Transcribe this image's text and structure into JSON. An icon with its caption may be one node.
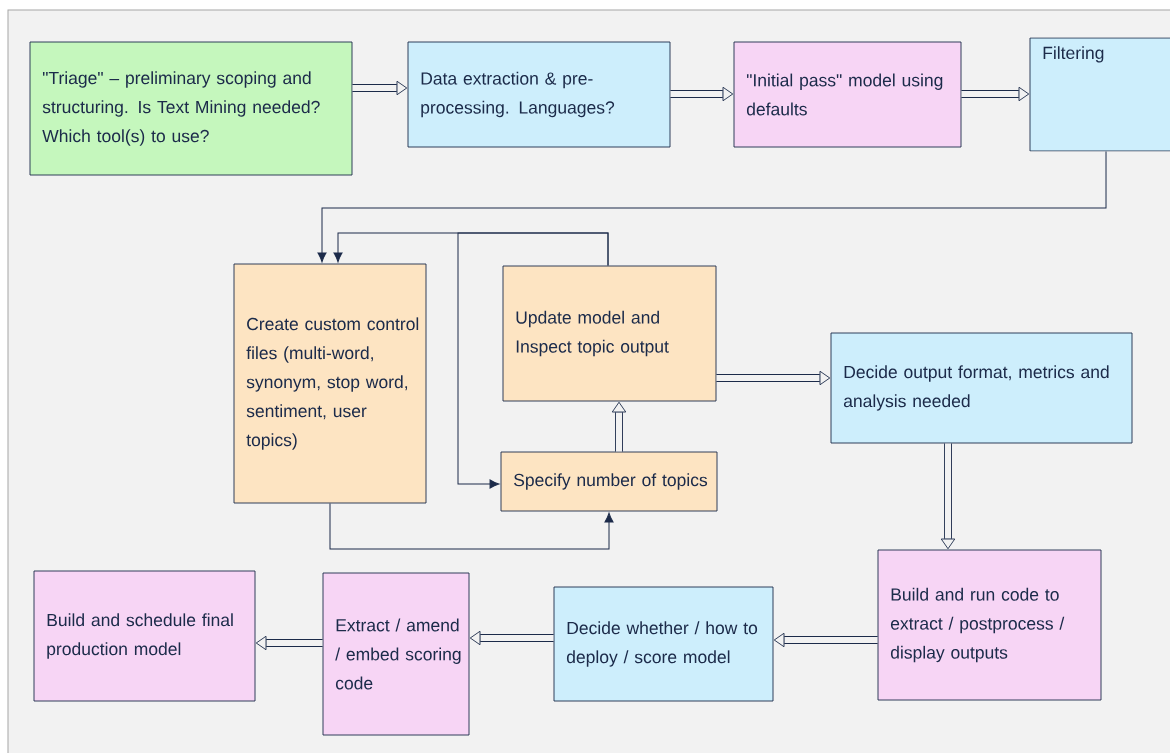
{
  "diagram": {
    "nodes": [
      {
        "text": [
          "\"Triage\" – preliminary scoping and  structuring. Is Text Mining needed? Which tool(s) to use?"
        ]
      },
      {
        "text": [
          "Data extraction & pre-processing. Languages?"
        ]
      },
      {
        "text": [
          "\"Initial pass\" model using defaults"
        ]
      },
      {
        "text": [
          "Filtering"
        ]
      },
      {
        "text": [
          "Create custom control files (multi-word, synonym, stop word, sentiment, user topics)"
        ]
      },
      {
        "text": [
          "Update model and Inspect topic output"
        ]
      },
      {
        "text": [
          "Specify number of topics"
        ]
      },
      {
        "text": [
          "Decide output format, metrics and analysis needed"
        ]
      },
      {
        "text": [
          "Build and run code to extract / postprocess / display outputs"
        ]
      },
      {
        "text": [
          "Decide whether / how to deploy / score model"
        ]
      },
      {
        "text": [
          "Extract / amend / embed scoring code"
        ]
      },
      {
        "text": [
          "Build and schedule final production model"
        ]
      }
    ],
    "edges": [
      {
        "from": 0,
        "to": 1,
        "arrow": "to"
      },
      {
        "from": 1,
        "to": 2,
        "arrow": "to"
      },
      {
        "from": 2,
        "to": 3,
        "arrow": "to"
      },
      {
        "from": 3,
        "to": 4,
        "arrow": "to"
      },
      {
        "from": 5,
        "to": 4,
        "arrow": "to"
      },
      {
        "from": 5,
        "to": 6,
        "arrow": "to"
      },
      {
        "from": 4,
        "to": 6,
        "arrow": "to"
      },
      {
        "from": 6,
        "to": 5,
        "arrow": "to"
      },
      {
        "from": 5,
        "to": 7,
        "arrow": "to"
      },
      {
        "from": 7,
        "to": 8,
        "arrow": "to"
      },
      {
        "from": 8,
        "to": 9,
        "arrow": "to"
      },
      {
        "from": 9,
        "to": 10,
        "arrow": "to"
      },
      {
        "from": 10,
        "to": 11,
        "arrow": "to"
      }
    ]
  }
}
